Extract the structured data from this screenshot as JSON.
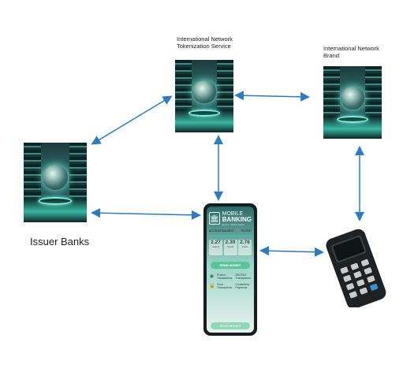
{
  "labels": {
    "tokenization_service": "International Network Tokenization Service",
    "network_brand": "International Network Brand",
    "issuer_banks": "Issuer Banks"
  },
  "phone": {
    "brand_line1": "MOBILE",
    "brand_line2": "BANKING",
    "tagline": "Secure. Simple. Smart.",
    "account_label": "ACCOUNT BALANCE",
    "recent_label": "RECENT",
    "stats": [
      {
        "value": "2.27",
        "caption": "Spend"
      },
      {
        "value": "2.30",
        "caption": "Saved"
      },
      {
        "value": "2.76",
        "caption": "Invest"
      }
    ],
    "primary_button": "SEND MONEY",
    "rows": [
      {
        "icon": "location-icon",
        "left": "Protect Transactions",
        "right": "RECENT Transactions"
      },
      {
        "icon": "lock-icon",
        "left": "Send Transactions",
        "right": "Contactless Payments"
      }
    ],
    "secondary_button": "SEND MONEY"
  },
  "colors": {
    "arrow": "#2e7bbf",
    "node_teal": "#2f6d6a",
    "phone_body": "#161d1e",
    "pos_body": "#1e2224",
    "pos_key_accent": "#3b8fd0"
  },
  "icons": [
    "bank-icon",
    "globe-icon",
    "pos-terminal-icon",
    "location-icon",
    "lock-icon",
    "arrow-icon"
  ]
}
